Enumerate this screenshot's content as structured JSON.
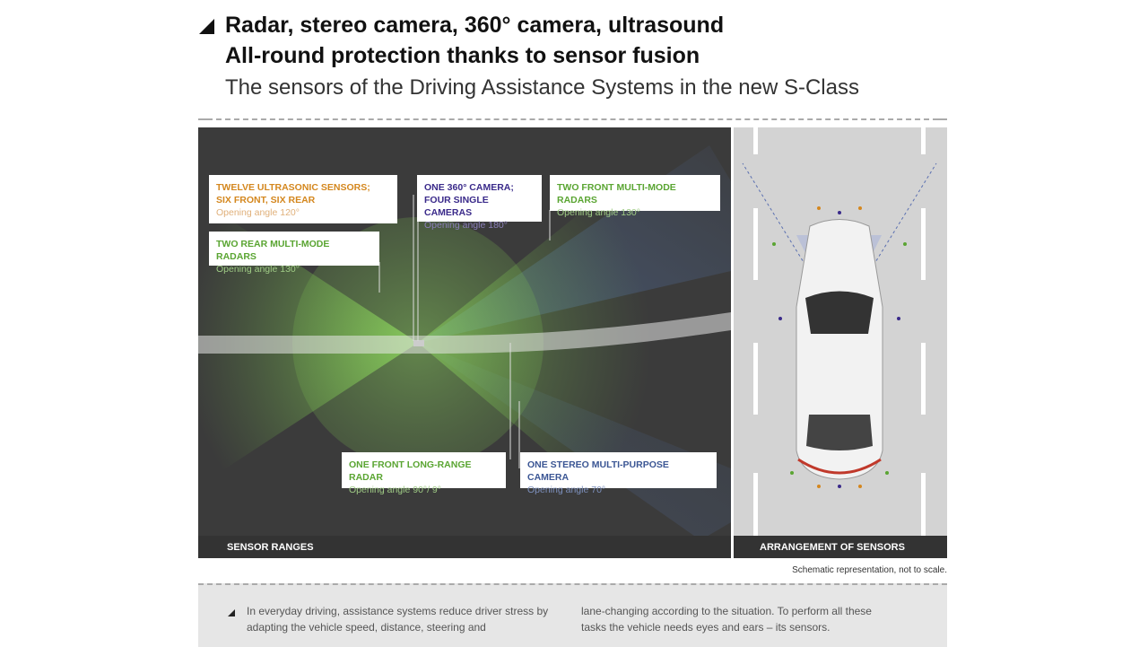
{
  "header": {
    "line1": "Radar, stereo camera, 360° camera, ultrasound",
    "line2": "All-round protection thanks to sensor fusion",
    "line3": "The sensors of the Driving Assistance Systems in the new S-Class"
  },
  "sensor_ranges": {
    "label": "SENSOR RANGES",
    "callouts": [
      {
        "title1": "TWELVE ULTRASONIC SENSORS;",
        "title2": "SIX FRONT, SIX REAR",
        "angle": "Opening angle 120°"
      },
      {
        "title1": "ONE 360° CAMERA;",
        "title2": "FOUR SINGLE CAMERAS",
        "angle": "Opening angle 180°"
      },
      {
        "title1": "TWO FRONT MULTI-MODE RADARS",
        "angle": "Opening angle 130°"
      },
      {
        "title1": "TWO REAR MULTI-MODE RADARS",
        "angle": "Opening angle 130°"
      },
      {
        "title1": "ONE FRONT LONG-RANGE RADAR",
        "angle": "Opening angle 90°/ 9°"
      },
      {
        "title1": "ONE STEREO MULTI-PURPOSE CAMERA",
        "angle": "Opening angle 70°"
      }
    ]
  },
  "arrangement": {
    "label": "ARRANGEMENT OF SENSORS"
  },
  "note": "Schematic representation, not to scale.",
  "body": {
    "col1": "In everyday driving, assistance systems reduce driver stress by adapting the vehicle speed, distance, steering and",
    "col2": "lane-changing according to the situation. To perform all these tasks the vehicle needs eyes and ears – its sensors."
  },
  "colors": {
    "ultrasonic": "#d4871e",
    "camera360": "#3a2a8a",
    "radar": "#5aa532",
    "stereo": "#3b5694"
  }
}
